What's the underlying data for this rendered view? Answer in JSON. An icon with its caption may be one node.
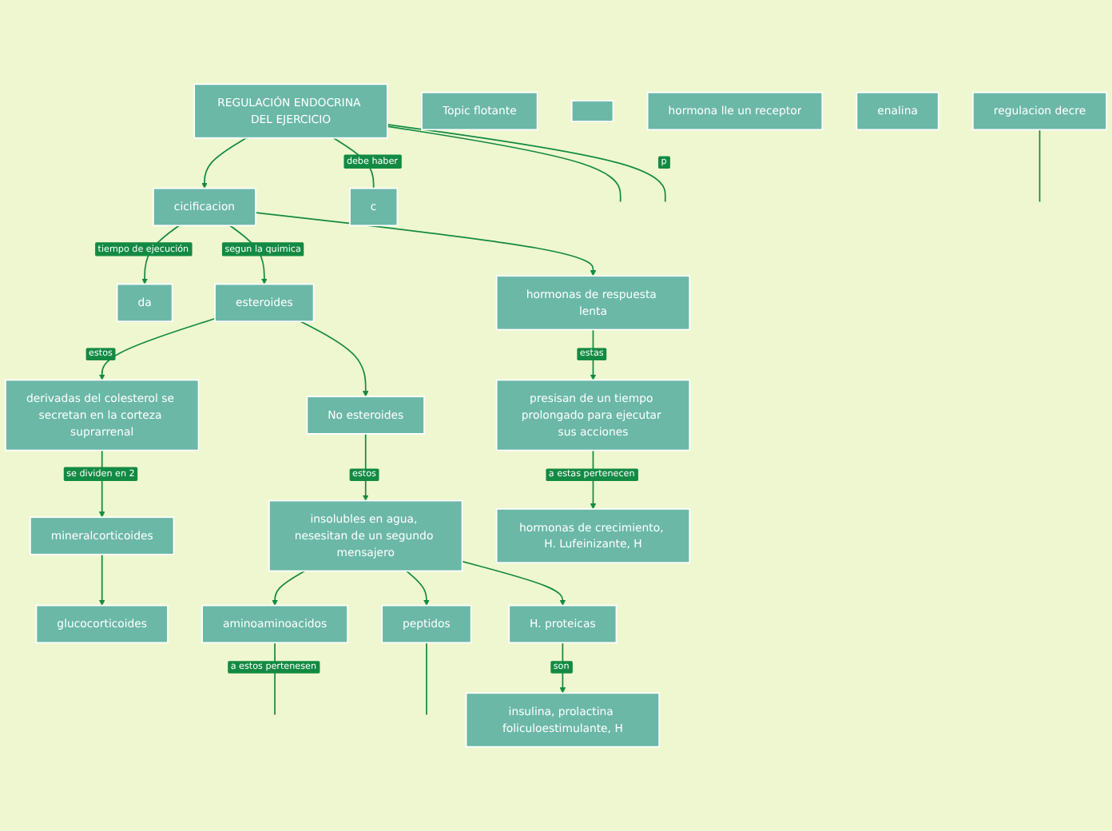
{
  "diagram": {
    "nodes": [
      {
        "text": [
          "REGULACIÓN ENDOCRINA DEL EJERCICIO"
        ]
      },
      {
        "text": [
          "cicificacion"
        ]
      },
      {
        "text": [
          "da"
        ]
      },
      {
        "text": [
          "hormonas de respuesta lenta"
        ]
      },
      {
        "text": [
          "esteroides"
        ]
      },
      {
        "text": [
          "No esteroides"
        ]
      },
      {
        "text": [
          "Topic flotante"
        ]
      },
      {
        "text": [],
        "shape": "box"
      },
      {
        "text": [
          "presisan de un tiempo prolongado para ejecutar sus acciones"
        ]
      },
      {
        "text": [
          "derivadas del colesterol se secretan en la corteza suprarrenal"
        ]
      },
      {
        "text": [
          "insolubles en agua, nesesitan de un segundo mensajero"
        ]
      },
      {
        "text": [
          "hormona lle un receptor"
        ]
      },
      {
        "text": [
          "enalina"
        ]
      },
      {
        "text": [
          "mineralcorticoides"
        ]
      },
      {
        "text": [
          "glucocorticoides"
        ]
      },
      {
        "text": [
          "aminoaminoacidos"
        ]
      },
      {
        "text": [
          "peptidos"
        ]
      },
      {
        "text": [
          "H. proteicas"
        ]
      },
      {
        "text": [
          "regulacion decre"
        ]
      },
      {
        "text": [
          "hormonas de crecimiento, H. Lufeinizante, H"
        ]
      },
      {
        "text": [
          "insulina, prolactina foliculoestimulante, H"
        ]
      },
      {
        "text": [
          "c"
        ]
      }
    ],
    "edges": [
      {
        "from": 0,
        "to": 1,
        "arrow": "to"
      },
      {
        "from": 1,
        "to": 2,
        "arrow": "to",
        "label": "tiempo de ejecución"
      },
      {
        "from": 1,
        "to": 3,
        "arrow": "to"
      },
      {
        "from": 1,
        "to": 4,
        "arrow": "to",
        "label": "segun la quimica"
      },
      {
        "from": 4,
        "to": 5,
        "arrow": "to"
      },
      {
        "from": 4,
        "to": 9,
        "arrow": "to",
        "label": "estos"
      },
      {
        "from": 5,
        "to": 10,
        "arrow": "to",
        "label": "estos"
      },
      {
        "from": 3,
        "to": 8,
        "arrow": "to",
        "label": "estas"
      },
      {
        "from": 8,
        "to": 19,
        "arrow": "to",
        "label": "a estas pertenecen"
      },
      {
        "from": 9,
        "to": 13,
        "arrow": "to",
        "label": "se dividen en 2"
      },
      {
        "from": 13,
        "to": 14,
        "arrow": "to"
      },
      {
        "from": 10,
        "to": 15,
        "arrow": "to"
      },
      {
        "from": 10,
        "to": 16,
        "arrow": "to"
      },
      {
        "from": 10,
        "to": 17,
        "arrow": "to"
      },
      {
        "from": 17,
        "to": 20,
        "arrow": "to",
        "label": "son"
      },
      {
        "from": 0,
        "to": 21,
        "arrow": "none",
        "label": "debe haber"
      },
      {
        "from": 0,
        "to": null,
        "arrow": "none"
      },
      {
        "from": 0,
        "to": null,
        "arrow": "none",
        "label": "p"
      },
      {
        "from": 15,
        "to": null,
        "arrow": "none",
        "label": "a estos pertenesen"
      },
      {
        "from": 16,
        "to": null,
        "arrow": "none"
      },
      {
        "from": 18,
        "to": null,
        "arrow": "none"
      }
    ]
  }
}
